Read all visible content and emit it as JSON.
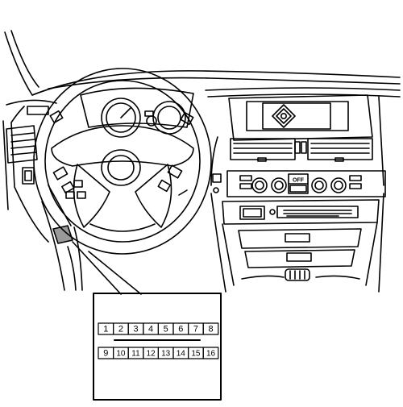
{
  "diagram": {
    "line_color": "#000000",
    "background": "#ffffff",
    "screen_icon": "diamond-nav-icon",
    "radio_label": "OFF",
    "connector": {
      "top_row_pins": [
        "1",
        "2",
        "3",
        "4",
        "5",
        "6",
        "7",
        "8"
      ],
      "bottom_row_pins": [
        "9",
        "10",
        "11",
        "12",
        "13",
        "14",
        "15",
        "16"
      ]
    }
  }
}
